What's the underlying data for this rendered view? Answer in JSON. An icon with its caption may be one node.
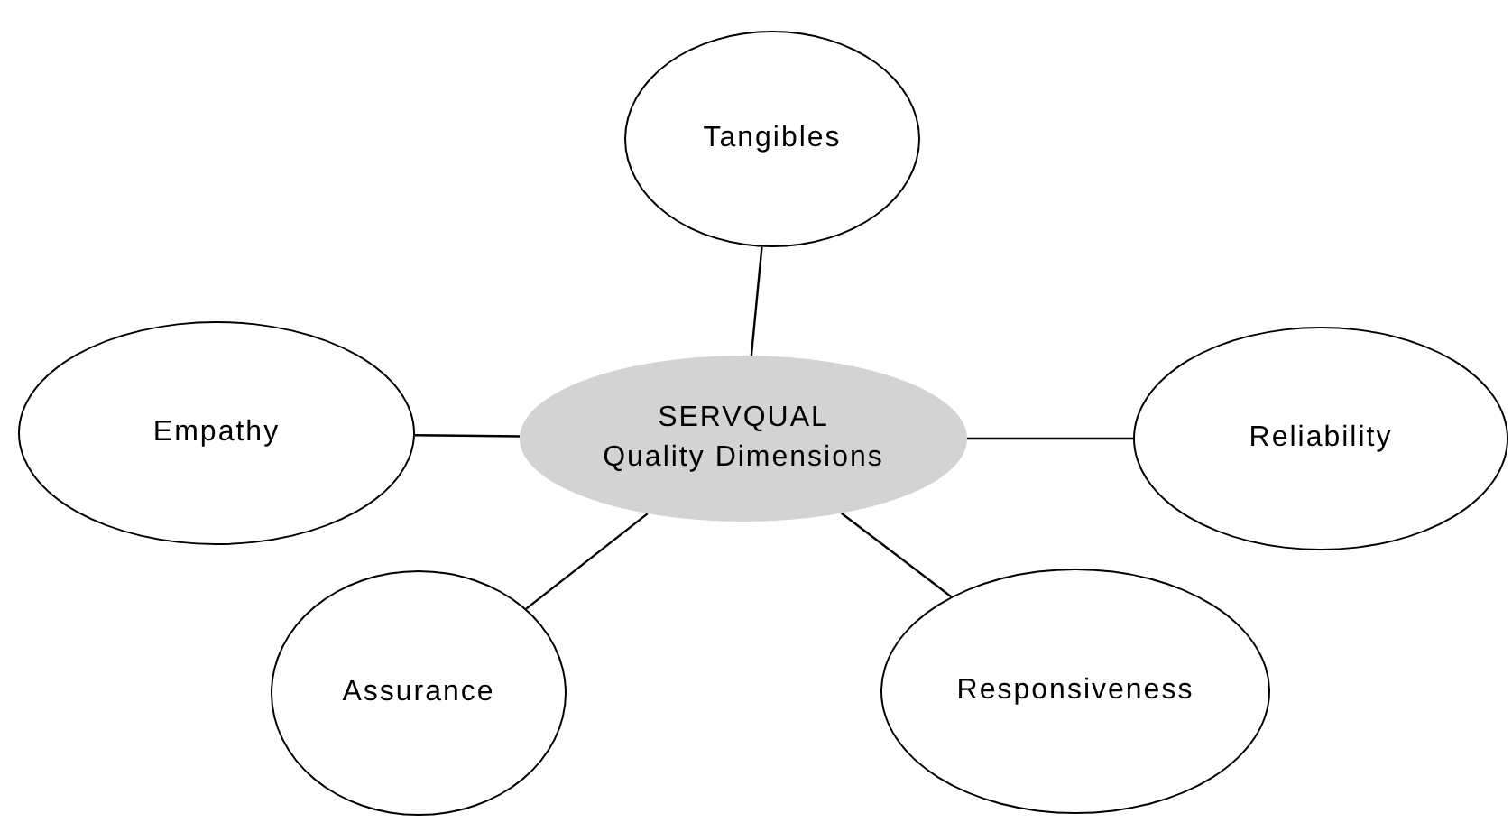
{
  "diagram": {
    "nodes": [
      {
        "text": [
          "Tangibles"
        ]
      },
      {
        "text": [
          "Empathy"
        ]
      },
      {
        "text": [
          "SERVQUAL",
          "Quality Dimensions"
        ]
      },
      {
        "text": [
          "Reliability"
        ]
      },
      {
        "text": [
          "Assurance"
        ]
      },
      {
        "text": [
          "Responsiveness"
        ]
      }
    ],
    "edges": [
      {
        "from": 2,
        "to": 0,
        "arrow": "none"
      },
      {
        "from": 2,
        "to": 1,
        "arrow": "none"
      },
      {
        "from": 2,
        "to": 3,
        "arrow": "none"
      },
      {
        "from": 2,
        "to": 4,
        "arrow": "none"
      },
      {
        "from": 2,
        "to": 5,
        "arrow": "none"
      }
    ]
  }
}
